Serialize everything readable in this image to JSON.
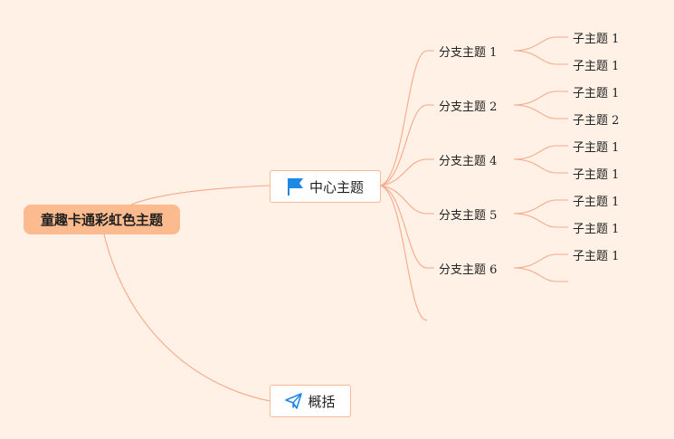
{
  "mindmap": {
    "root": {
      "label": "童趣卡通彩虹色主题"
    },
    "center": {
      "label": "中心主题",
      "icon": "flag-icon"
    },
    "summary": {
      "label": "概括",
      "icon": "paper-plane-icon"
    },
    "branches": [
      {
        "label": "分支主题 1",
        "children": [
          "子主题 1",
          "子主题 1"
        ]
      },
      {
        "label": "分支主题 2",
        "children": [
          "子主题 1",
          "子主题 2"
        ]
      },
      {
        "label": "分支主题 4",
        "children": [
          "子主题 1",
          "子主题 1"
        ]
      },
      {
        "label": "分支主题 5",
        "children": [
          "子主题 1",
          "子主题 1"
        ]
      },
      {
        "label": "分支主题 6",
        "children": [
          "子主题 1",
          ""
        ]
      },
      {
        "label": "",
        "children": []
      }
    ],
    "colors": {
      "background": "#fff1e6",
      "line": "#f7a888",
      "root_fill": "#fbbb8e",
      "node_border": "#f9b99a",
      "flag": "#1e88e5",
      "plane": "#1e88e5"
    }
  }
}
